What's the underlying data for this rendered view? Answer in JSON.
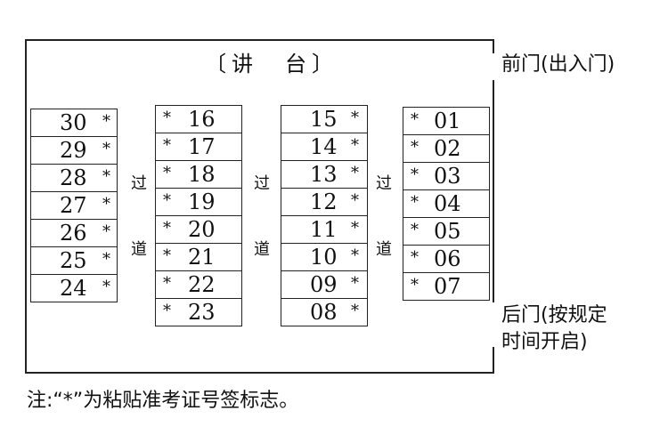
{
  "podium": "〔讲　台〕",
  "front_door": "前门(出入门)",
  "back_door_line1": "后门(按规定",
  "back_door_line2": "时间开启)",
  "aisle_chars": [
    "过",
    "道"
  ],
  "seat_marker": "*",
  "columns": [
    [
      "30",
      "29",
      "28",
      "27",
      "26",
      "25",
      "24"
    ],
    [
      "16",
      "17",
      "18",
      "19",
      "20",
      "21",
      "22",
      "23"
    ],
    [
      "15",
      "14",
      "13",
      "12",
      "11",
      "10",
      "09",
      "08"
    ],
    [
      "01",
      "02",
      "03",
      "04",
      "05",
      "06",
      "07"
    ]
  ],
  "note": "注:“*”为粘贴准考证号签标志。"
}
